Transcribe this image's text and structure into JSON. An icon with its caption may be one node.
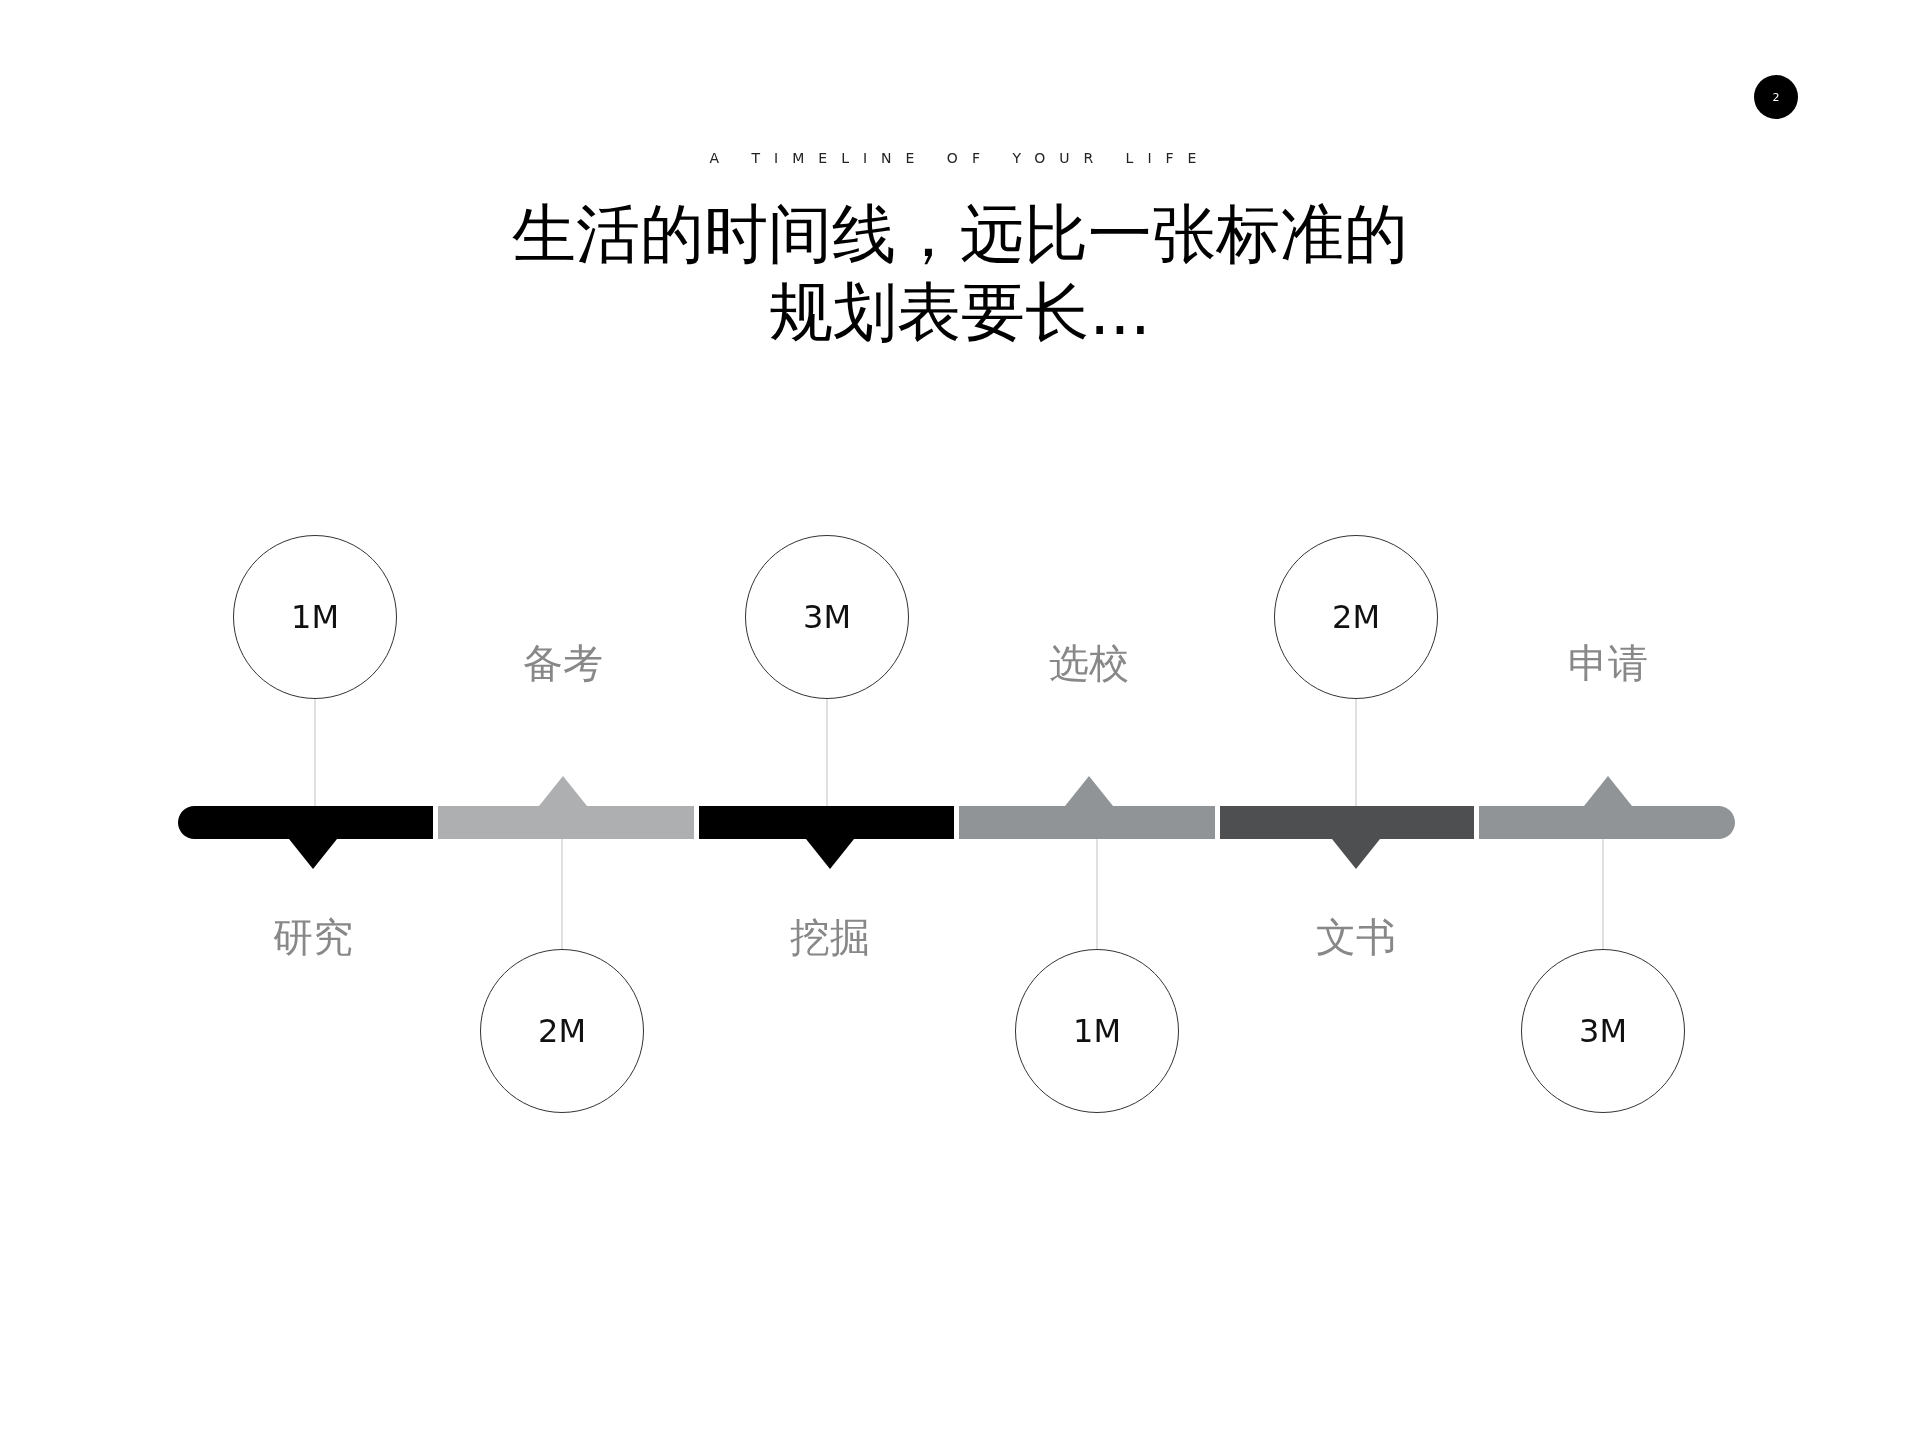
{
  "diagram": {
    "title": "生活的时间线，远比一张标准的规划表要长...",
    "nodes": [
      {
        "text": [],
        "shape": "bar",
        "beside": [
          "研究"
        ]
      },
      {
        "text": [],
        "shape": "bar",
        "beside": [
          "备考"
        ]
      },
      {
        "text": [],
        "shape": "bar",
        "beside": [
          "挖掘"
        ]
      },
      {
        "text": [],
        "shape": "bar",
        "beside": [
          "选校"
        ]
      },
      {
        "text": [],
        "shape": "bar",
        "beside": [
          "文书"
        ]
      },
      {
        "text": [],
        "shape": "bar",
        "beside": [
          "申请"
        ]
      },
      {
        "text": [
          "1M"
        ]
      },
      {
        "text": [
          "2M"
        ]
      },
      {
        "text": [
          "3M"
        ]
      },
      {
        "text": [
          "1M"
        ]
      },
      {
        "text": [
          "2M"
        ]
      },
      {
        "text": [
          "3M"
        ]
      }
    ],
    "edges": [
      {
        "from": 6,
        "to": 0,
        "arrow": "none"
      },
      {
        "from": 7,
        "to": 1,
        "arrow": "none"
      },
      {
        "from": 8,
        "to": 2,
        "arrow": "none"
      },
      {
        "from": 9,
        "to": 3,
        "arrow": "none"
      },
      {
        "from": 10,
        "to": 4,
        "arrow": "none"
      },
      {
        "from": 11,
        "to": 5,
        "arrow": "none"
      }
    ],
    "labels": [
      "A TIMELINE OF YOUR LIFE",
      "2"
    ]
  }
}
